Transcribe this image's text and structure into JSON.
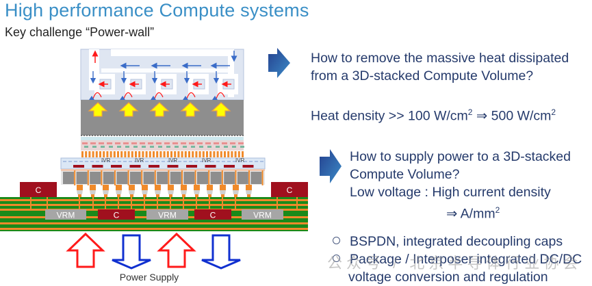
{
  "slide": {
    "title": "High performance Compute systems",
    "subtitle": "Key challenge “Power-wall”"
  },
  "diagram": {
    "ivr_label": "IVR",
    "ivr_count": 5,
    "cap_label": "C",
    "vrm_label": "VRM",
    "power_supply_label": "Power Supply",
    "heat_arrow_count": 5,
    "colors": {
      "coolant_frame": "#dfe6f2",
      "die_gray": "#8e8e8e",
      "pcb_green": "#1a8a1a",
      "pcb_orange": "#f08a2a",
      "cap_red": "#a0101e",
      "vrm_gray": "#a6a6a6",
      "arrow_red": "#ff1a1a",
      "arrow_blue": "#1030d0",
      "heat_yellow": "#ffff00",
      "callout_arrow": "#2f5da6"
    }
  },
  "callouts": {
    "heat": {
      "line1": "How to remove the massive heat dissipated",
      "line2": "from a 3D-stacked Compute Volume?",
      "density_prefix": "Heat density >> 100 W/cm",
      "density_suffix": " ⇒ 500 W/cm",
      "sup": "2"
    },
    "power": {
      "line1": "How to supply power to a  3D-stacked",
      "line2": "Compute Volume?",
      "line3": "Low voltage : High current density",
      "line4_prefix": "⇒ A/mm",
      "sup": "2"
    },
    "bullets": [
      "BSPDN, integrated decoupling caps",
      "Package / Interposer integrated DC/DC",
      "voltage conversion and regulation"
    ]
  },
  "watermark": "公众号 / 北京半导体行业协会"
}
